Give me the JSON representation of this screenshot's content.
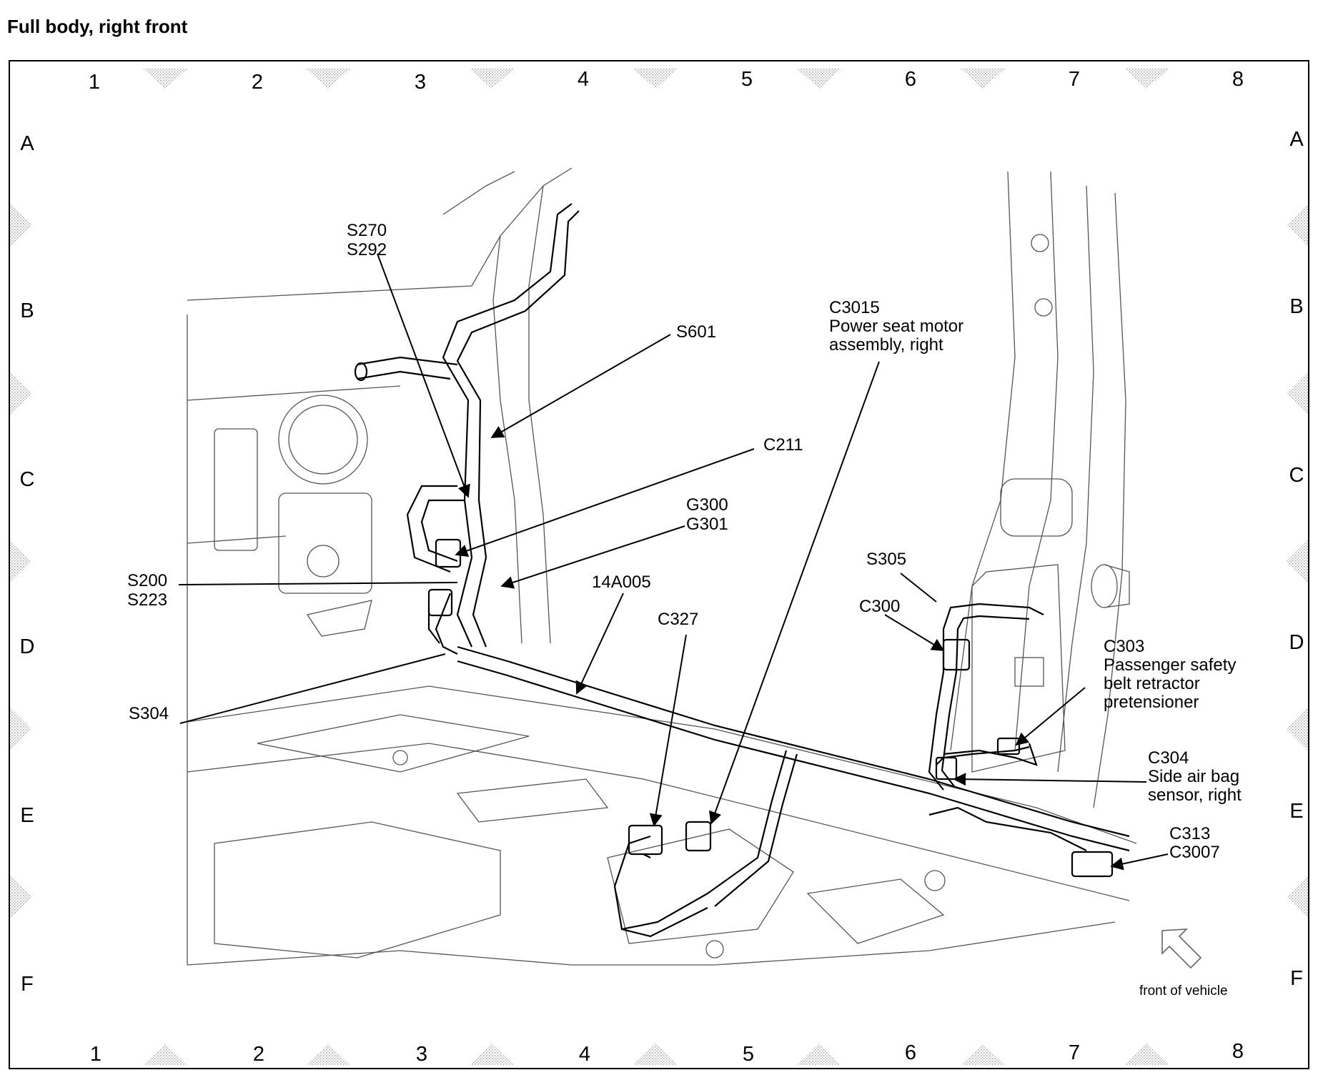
{
  "title": "Full body, right front",
  "grid": {
    "columns": [
      "1",
      "2",
      "3",
      "4",
      "5",
      "6",
      "7",
      "8"
    ],
    "rows": [
      "A",
      "B",
      "C",
      "D",
      "E",
      "F"
    ]
  },
  "callouts": {
    "s270": [
      "S270",
      "S292"
    ],
    "s601": [
      "S601"
    ],
    "c211": [
      "C211"
    ],
    "g300": [
      "G300",
      "G301"
    ],
    "s200": [
      "S200",
      "S223"
    ],
    "harness": [
      "14A005"
    ],
    "c327": [
      "C327"
    ],
    "s304": [
      "S304"
    ],
    "c3015": [
      "C3015",
      "Power seat motor",
      "assembly, right"
    ],
    "s305": [
      "S305"
    ],
    "c300": [
      "C300"
    ],
    "c303": [
      "C303",
      "Passenger safety",
      "belt retractor",
      "pretensioner"
    ],
    "c304": [
      "C304",
      "Side air bag",
      "sensor, right"
    ],
    "c313": [
      "C313",
      "C3007"
    ]
  },
  "orientation_note": "front of vehicle",
  "icons": {
    "direction_arrow": "arrow-up-left-icon"
  }
}
